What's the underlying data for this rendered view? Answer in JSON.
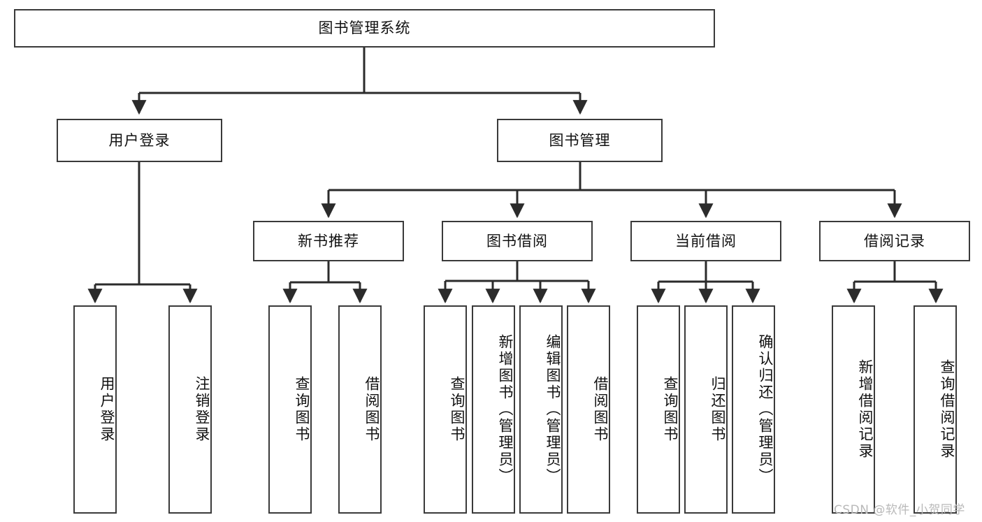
{
  "diagram": {
    "title": "图书管理系统",
    "type": "hierarchy-tree",
    "levels": [
      {
        "level": 1,
        "nodes": [
          {
            "id": "root",
            "label": "图书管理系统",
            "orientation": "horizontal"
          }
        ]
      },
      {
        "level": 2,
        "nodes": [
          {
            "id": "user-login",
            "label": "用户登录",
            "orientation": "horizontal"
          },
          {
            "id": "book-management",
            "label": "图书管理",
            "orientation": "horizontal"
          }
        ]
      },
      {
        "level": 3,
        "nodes": [
          {
            "id": "new-book-recommend",
            "label": "新书推荐",
            "orientation": "horizontal"
          },
          {
            "id": "book-borrow",
            "label": "图书借阅",
            "orientation": "horizontal"
          },
          {
            "id": "current-borrow",
            "label": "当前借阅",
            "orientation": "horizontal"
          },
          {
            "id": "borrow-record",
            "label": "借阅记录",
            "orientation": "horizontal"
          }
        ]
      },
      {
        "level": 4,
        "nodes": [
          {
            "id": "leaf-user-login",
            "label": "用户登录",
            "orientation": "vertical"
          },
          {
            "id": "leaf-logout-login",
            "label": "注销登录",
            "orientation": "vertical"
          },
          {
            "id": "leaf-query-book-1",
            "label": "查询图书",
            "orientation": "vertical"
          },
          {
            "id": "leaf-borrow-book-1",
            "label": "借阅图书",
            "orientation": "vertical"
          },
          {
            "id": "leaf-query-book-2",
            "label": "查询图书",
            "orientation": "vertical"
          },
          {
            "id": "leaf-add-book-admin",
            "label": "新增图书（管理员）",
            "orientation": "vertical"
          },
          {
            "id": "leaf-edit-book-admin",
            "label": "编辑图书（管理员）",
            "orientation": "vertical"
          },
          {
            "id": "leaf-borrow-book-2",
            "label": "借阅图书",
            "orientation": "vertical"
          },
          {
            "id": "leaf-query-book-3",
            "label": "查询图书",
            "orientation": "vertical"
          },
          {
            "id": "leaf-return-book",
            "label": "归还图书",
            "orientation": "vertical"
          },
          {
            "id": "leaf-confirm-return-admin",
            "label": "确认归还（管理员）",
            "orientation": "vertical"
          },
          {
            "id": "leaf-add-borrow-record",
            "label": "新增借阅记录",
            "orientation": "vertical"
          },
          {
            "id": "leaf-query-borrow-record",
            "label": "查询借阅记录",
            "orientation": "vertical"
          }
        ]
      }
    ],
    "colors": {
      "box_border": "#3a3a3a",
      "box_fill": "#ffffff",
      "connector": "#2b2b2b",
      "text": "#111111",
      "watermark": "#b9b9b9"
    }
  },
  "watermark": {
    "text": "CSDN @软件_小贺同学"
  }
}
